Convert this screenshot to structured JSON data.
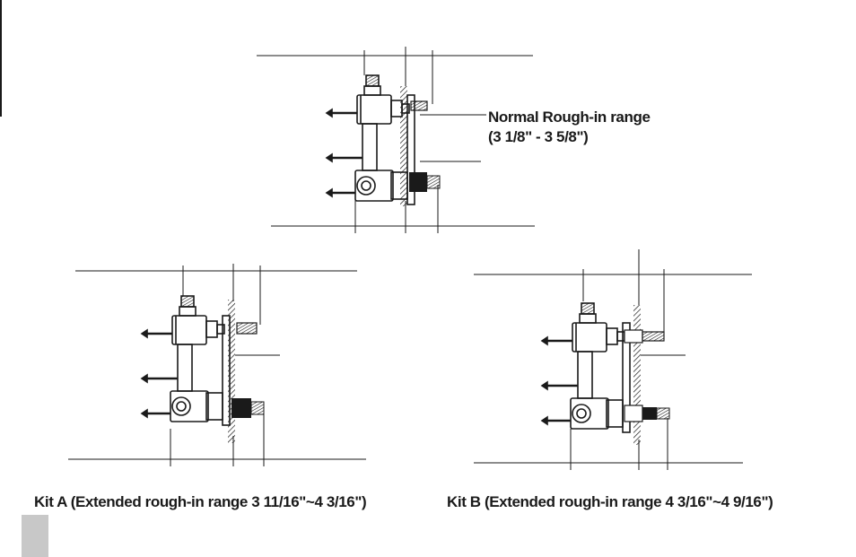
{
  "labels": {
    "normal_title": "Normal Rough-in range",
    "normal_range": "(3 1/8\" - 3 5/8\")",
    "kit_a": "Kit A (Extended rough-in range 3 11/16\"~4 3/16\")",
    "kit_b": "Kit B (Extended rough-in range 4 3/16\"~4 9/16\")"
  },
  "colors": {
    "ink": "#1a1a1a",
    "page_tab": "#c8c8c8",
    "background": "#ffffff"
  }
}
